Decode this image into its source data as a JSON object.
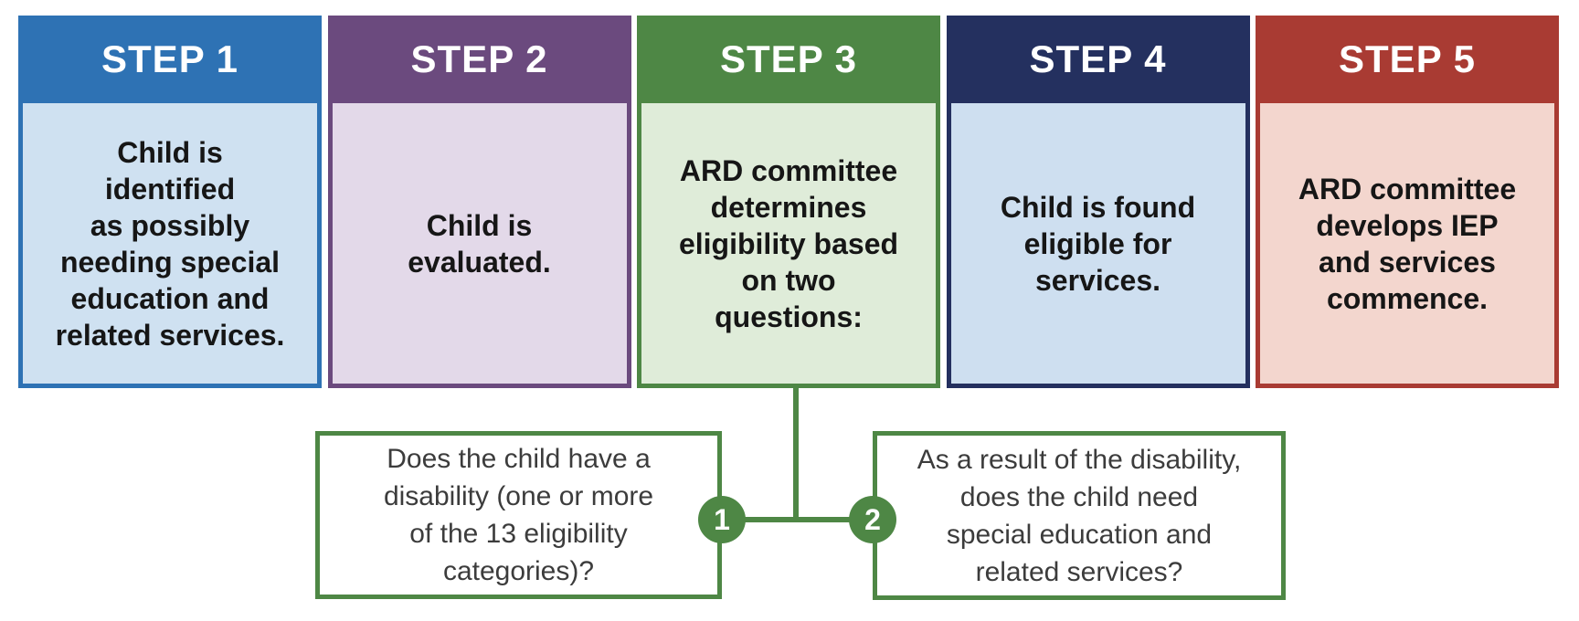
{
  "page": {
    "background": "#FFFFFF"
  },
  "steps": [
    {
      "label": "STEP 1",
      "description": "Child is\nidentified\nas possibly\nneeding special\neducation and\nrelated services.",
      "colors": {
        "header": "#2E72B4",
        "body": "#CFE1F1"
      }
    },
    {
      "label": "STEP 2",
      "description": "Child is\nevaluated.",
      "colors": {
        "header": "#6B4A7E",
        "body": "#E3D9E9"
      }
    },
    {
      "label": "STEP 3",
      "description": "ARD committee\ndetermines\neligibility based\non two\nquestions:",
      "colors": {
        "header": "#4E8745",
        "body": "#DFECD9"
      }
    },
    {
      "label": "STEP 4",
      "description": "Child is found\neligible for\nservices.",
      "colors": {
        "header": "#24305F",
        "body": "#CEDFF0"
      }
    },
    {
      "label": "STEP 5",
      "description": "ARD committee\ndevelops IEP\nand services\ncommence.",
      "colors": {
        "header": "#A93B33",
        "body": "#F3D6CE"
      }
    }
  ],
  "questions": [
    {
      "number": "1",
      "text": "Does the child have a\ndisability (one or more\nof the 13 eligibility\ncategories)?"
    },
    {
      "number": "2",
      "text": "As a result of the disability,\ndoes the child need\nspecial education and\nrelated services?"
    }
  ],
  "connector": {
    "color": "#4E8745",
    "badge_text_color": "#FFFFFF"
  }
}
